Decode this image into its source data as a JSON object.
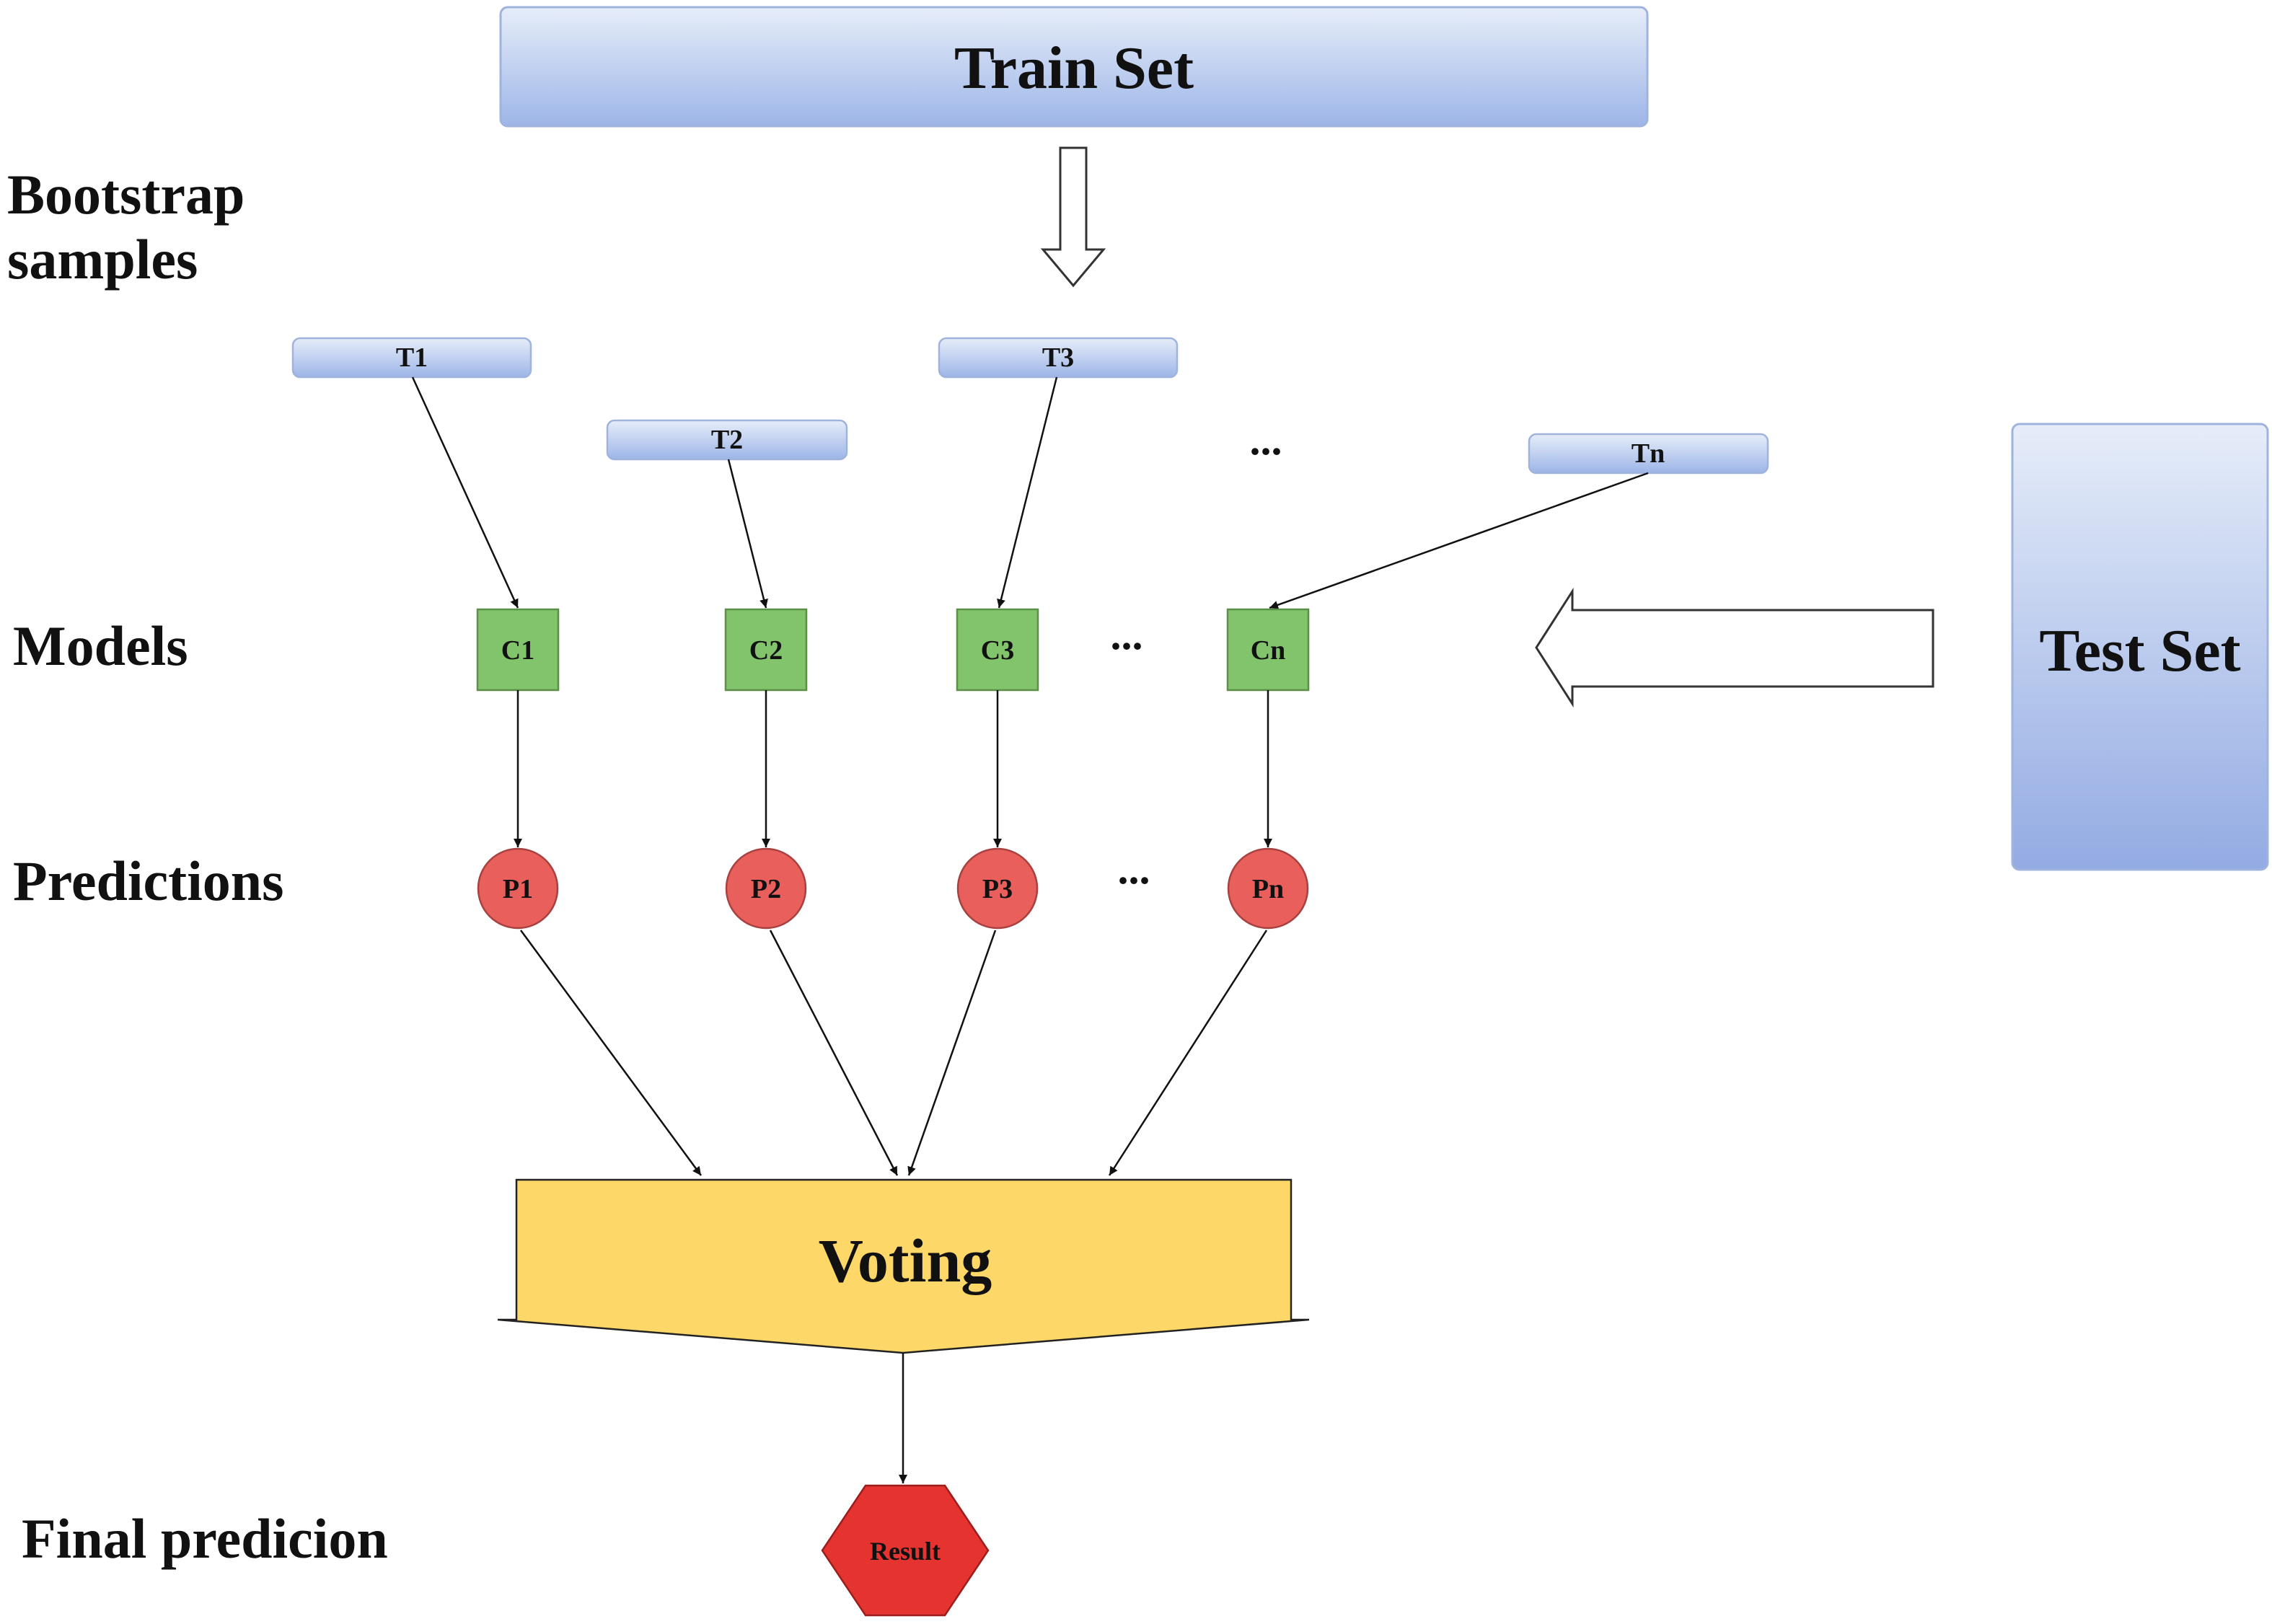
{
  "colors": {
    "sample_box_top": "#e3ebf9",
    "sample_box_bottom": "#9cb4e6",
    "model_fill": "#82c46b",
    "prediction_fill": "#e85f5c",
    "voting_fill": "#fdd868",
    "result_fill": "#e53330"
  },
  "train_set": {
    "label": "Train Set"
  },
  "test_set": {
    "label": "Test Set"
  },
  "row_labels": {
    "bootstrap_line1": "Bootstrap",
    "bootstrap_line2": "samples",
    "models": "Models",
    "predictions": "Predictions",
    "final": "Final predicion"
  },
  "samples": [
    "T1",
    "T2",
    "T3",
    "Tn"
  ],
  "samples_ellipsis": "...",
  "models": [
    "C1",
    "C2",
    "C3",
    "Cn"
  ],
  "models_ellipsis": "...",
  "predictions": [
    "P1",
    "P2",
    "P3",
    "Pn"
  ],
  "predictions_ellipsis": "...",
  "voting": {
    "label": "Voting"
  },
  "result": {
    "label": "Result"
  }
}
